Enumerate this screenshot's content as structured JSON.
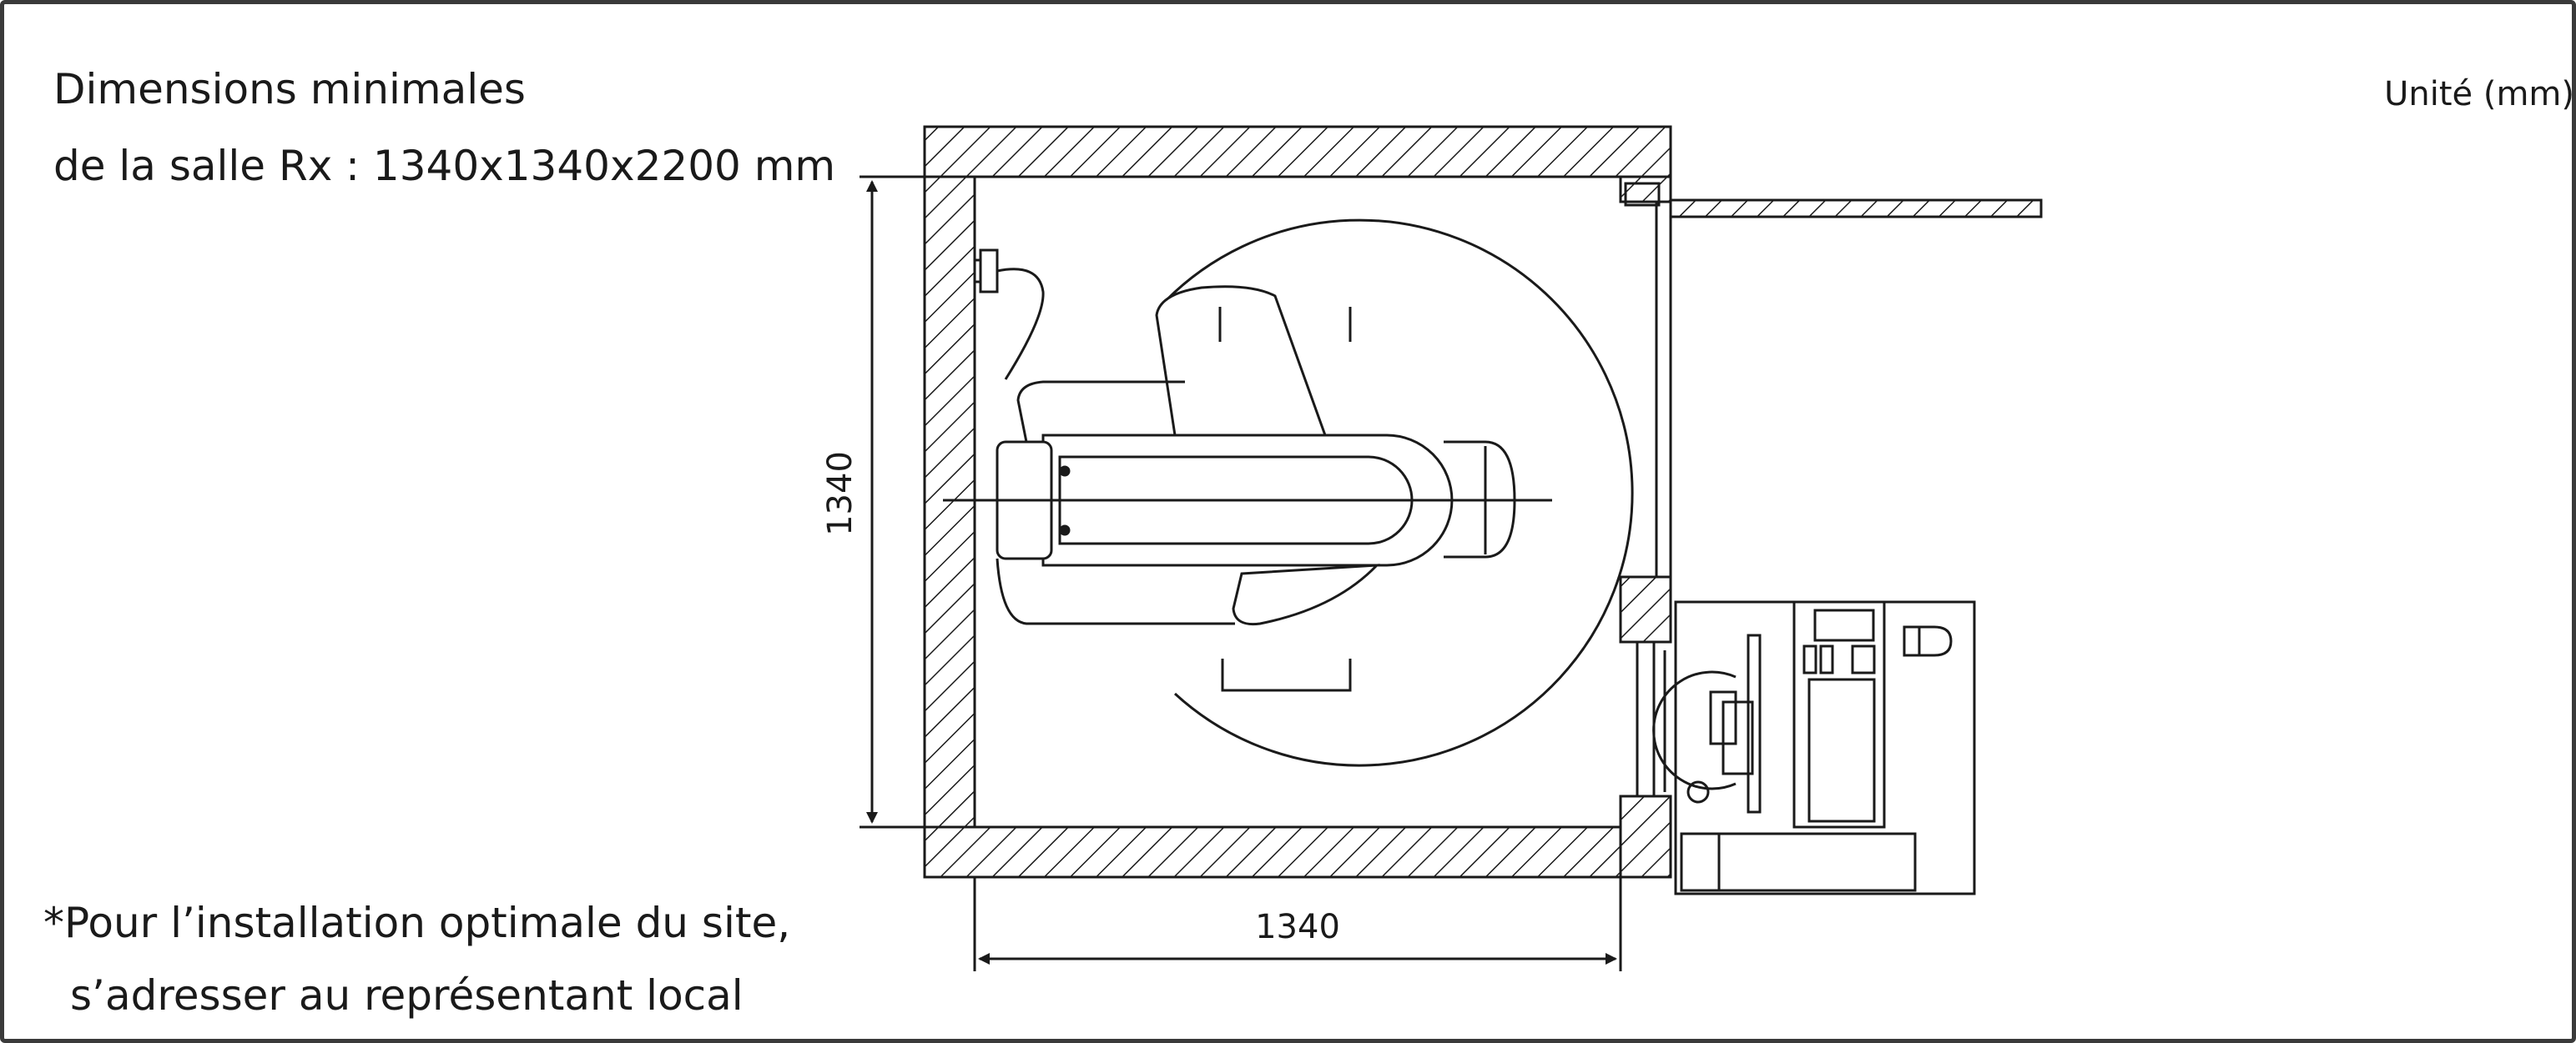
{
  "header": {
    "title_line1": "Dimensions minimales",
    "title_line2": "de la salle Rx : 1340x1340x2200 mm",
    "unit": "Unité (mm)"
  },
  "dimensions": {
    "height_label": "1340",
    "width_label": "1340"
  },
  "note": {
    "line1": "*Pour l’installation optimale du site,",
    "line2": "s’adresser au représentant local"
  }
}
